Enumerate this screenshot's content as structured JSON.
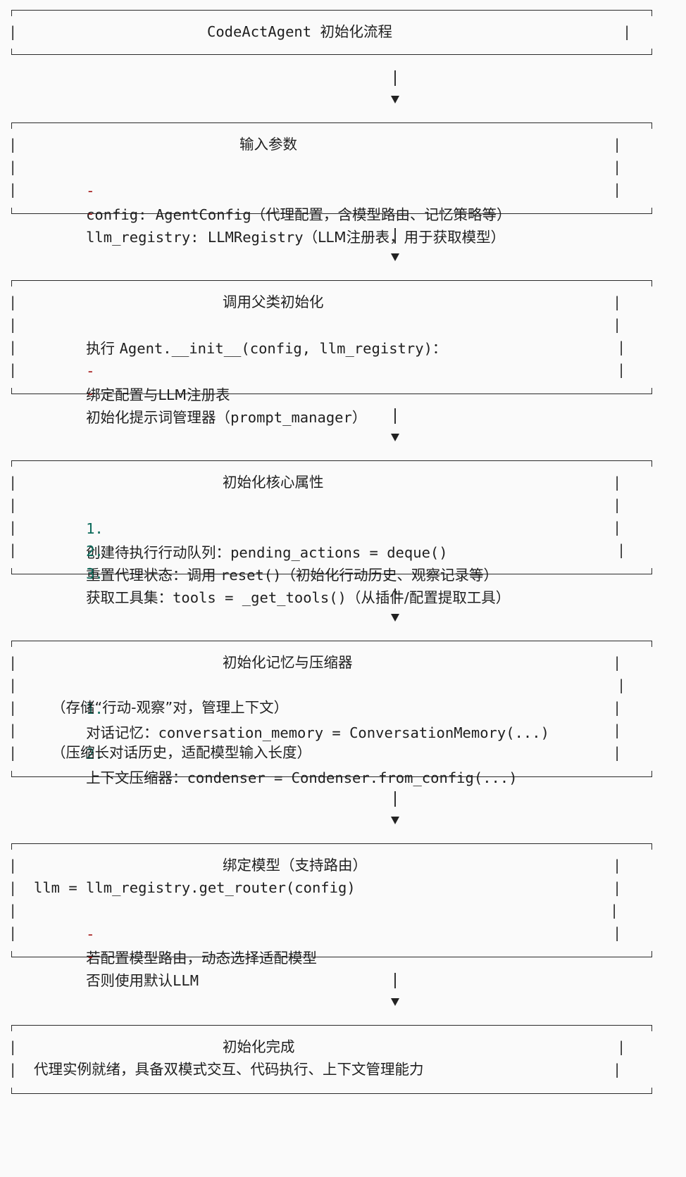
{
  "boxes": [
    {
      "title": "CodeActAgent 初始化流程",
      "lines": []
    },
    {
      "title": "输入参数",
      "lines": [
        {
          "bullet": "-",
          "code": "config: AgentConfig",
          "text": "（代理配置，含模型路由、记忆策略等）"
        },
        {
          "bullet": "-",
          "code": "llm_registry: LLMRegistry",
          "text": "（LLM注册表，用于获取模型）"
        }
      ]
    },
    {
      "title": "调用父类初始化",
      "lines": [
        {
          "bullet": "",
          "text_pre": "执行 ",
          "code": "Agent.__init__(config, llm_registry)",
          "text": "："
        },
        {
          "bullet": "-",
          "text": "绑定配置与LLM注册表"
        },
        {
          "bullet": "-",
          "text": "初始化提示词管理器（",
          "code": "prompt_manager",
          "text_post": "）"
        }
      ]
    },
    {
      "title": "初始化核心属性",
      "lines": [
        {
          "bullet": "1.",
          "text": "创建待执行行动队列：",
          "code": "pending_actions = deque()"
        },
        {
          "bullet": "2.",
          "text": "重置代理状态：调用 ",
          "code": "reset()",
          "text_post": "（初始化行动历史、观察记录等）"
        },
        {
          "bullet": "3.",
          "text": "获取工具集：",
          "code": "tools = _get_tools()",
          "text_post": "（从插件/配置提取工具）"
        }
      ]
    },
    {
      "title": "初始化记忆与压缩器",
      "lines": [
        {
          "bullet": "1.",
          "text": "对话记忆：",
          "code": "conversation_memory = ConversationMemory(...)"
        },
        {
          "bullet": "",
          "text": "  （存储“行动-观察”对，管理上下文）"
        },
        {
          "bullet": "2.",
          "text": "上下文压缩器：",
          "code": "condenser = Condenser.from_config(...)"
        },
        {
          "bullet": "",
          "text": "  （压缩长对话历史，适配模型输入长度）"
        }
      ]
    },
    {
      "title": "绑定模型（支持路由）",
      "lines": [
        {
          "bullet": "",
          "code": "llm = llm_registry.get_router(config)"
        },
        {
          "bullet": "-",
          "text": "若配置模型路由，动态选择适配模型"
        },
        {
          "bullet": "-",
          "text": "否则使用默认",
          "code": "LLM"
        }
      ]
    },
    {
      "title": "初始化完成",
      "lines": [
        {
          "bullet": "",
          "text": "代理实例就绪，具备双模式交互、代码执行、上下文管理能力"
        }
      ]
    }
  ]
}
